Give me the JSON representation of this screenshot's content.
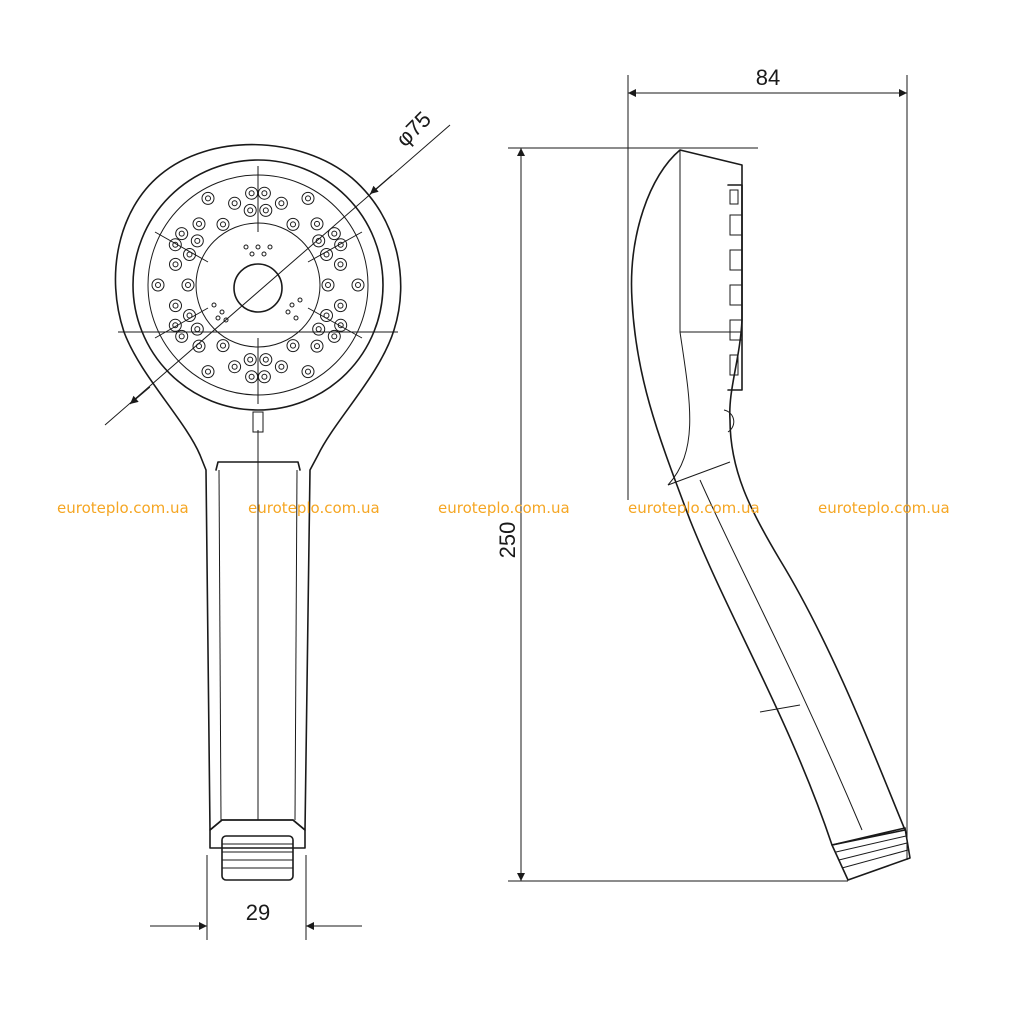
{
  "dimensions": {
    "diameter_label": "φ75",
    "width_label": "84",
    "height_label": "250",
    "handle_width_label": "29"
  },
  "watermarks": [
    "euroteplo.com.ua",
    "euroteplo.com.ua",
    "euroteplo.com.ua",
    "euroteplo.com.ua",
    "euroteplo.com.ua"
  ],
  "colors": {
    "line": "#1a1a1a",
    "watermark": "#f5a623",
    "background": "#ffffff"
  }
}
